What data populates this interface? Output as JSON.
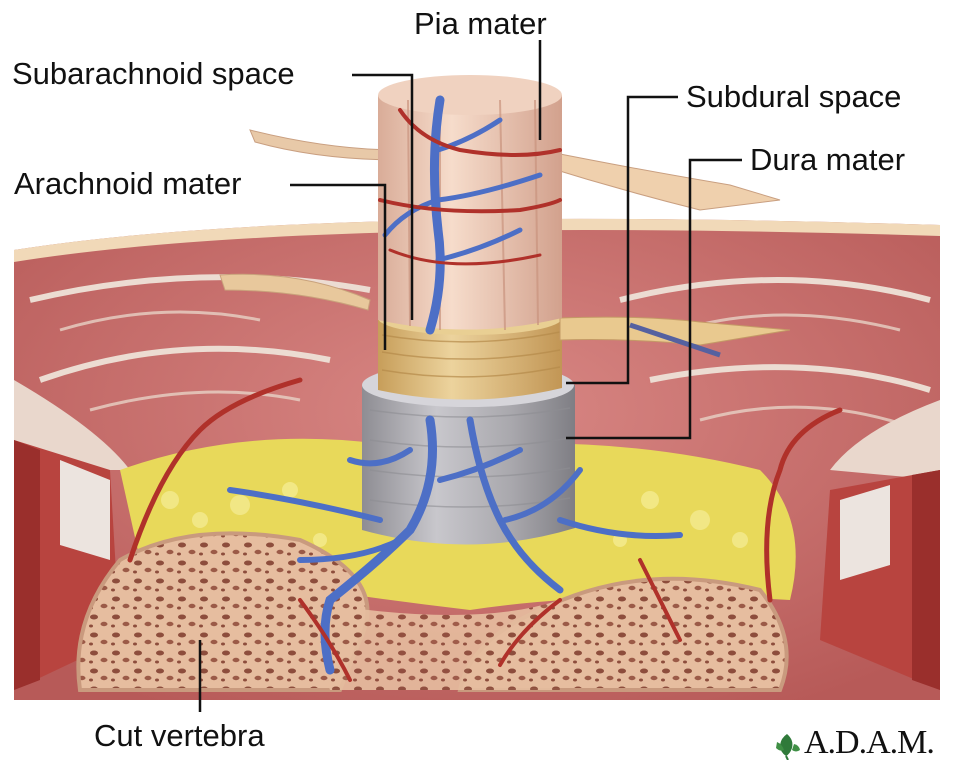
{
  "labels": {
    "pia_mater": "Pia mater",
    "subarachnoid_space": "Subarachnoid space",
    "subdural_space": "Subdural space",
    "arachnoid_mater": "Arachnoid mater",
    "dura_mater": "Dura mater",
    "cut_vertebra": "Cut vertebra"
  },
  "logo": {
    "text": "A.D.A.M."
  },
  "colors": {
    "muscle": "#c9716f",
    "muscle_dark": "#a94b4a",
    "fascia": "#ece3dc",
    "bone": "#e2b79a",
    "bone_pore": "#8a4a3a",
    "fat": "#e8da5a",
    "dura": "#a9a8ad",
    "arachnoid": "#d9ba7c",
    "cord": "#f2d3c1",
    "vein": "#4d6fc6",
    "artery": "#b0312a"
  }
}
